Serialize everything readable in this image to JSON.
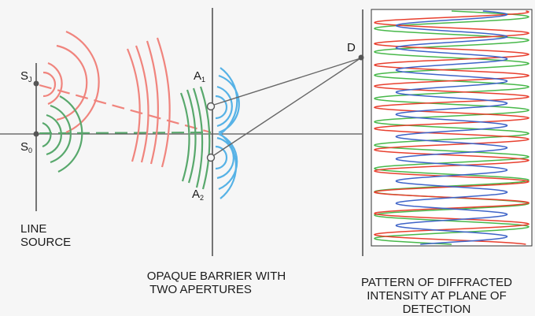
{
  "labels": {
    "sj": "S",
    "sj_sub": "J",
    "s0": "S",
    "s0_sub": "0",
    "a1": "A",
    "a1_sub": "1",
    "a2": "A",
    "a2_sub": "2",
    "d": "D",
    "line_source_1": "LINE",
    "line_source_2": "SOURCE",
    "barrier_1": "OPAQUE  BARRIER  WITH",
    "barrier_2": "TWO  APERTURES",
    "pattern_1": "PATTERN  OF  DIFFRACTED",
    "pattern_2": "INTENSITY  AT  PLANE  OF",
    "pattern_3": "DETECTION"
  },
  "colors": {
    "red_waves": "#f0847d",
    "green_waves": "#58a86c",
    "blue_waves": "#56b2e6",
    "line": "#555555",
    "pattern_red": "#e8402f",
    "pattern_green": "#48b84a",
    "pattern_blue": "#3f64c8"
  },
  "pattern": {
    "red_cycles": 11,
    "green_cycles": 10,
    "blue_cycles": 10.5
  }
}
